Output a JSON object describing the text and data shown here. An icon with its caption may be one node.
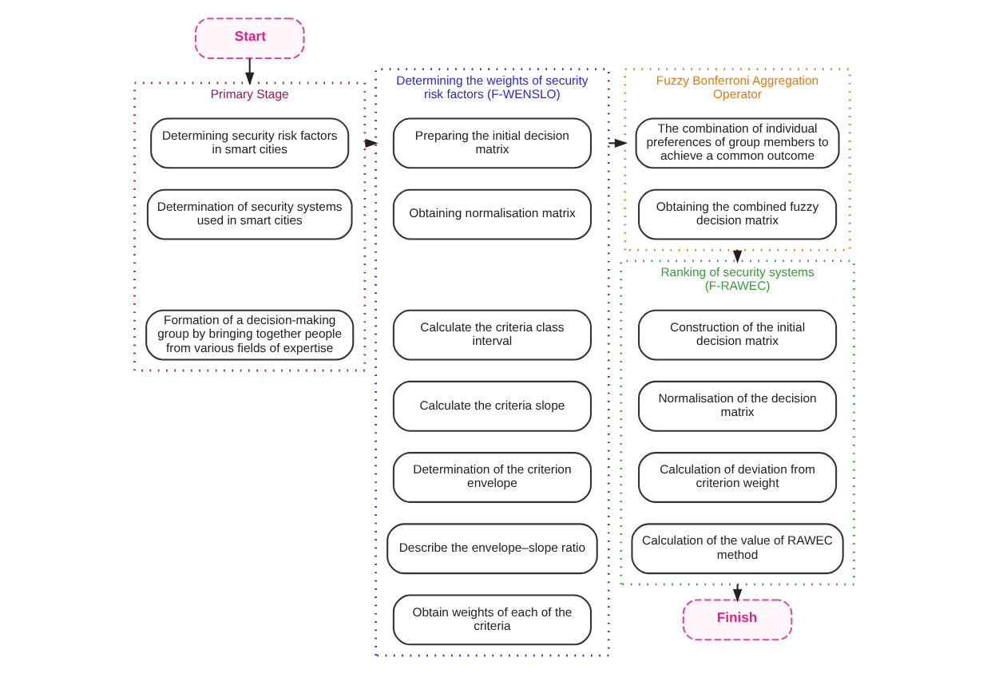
{
  "diagram": {
    "nodes": [
      {
        "text": [
          "Start"
        ]
      },
      {
        "text": [
          "Primary Stage"
        ]
      },
      {
        "text": [
          "Determining security risk factors in smart cities"
        ],
        "in": 1
      },
      {
        "text": [
          "Determination of security systems used in smart cities"
        ],
        "in": 1
      },
      {
        "text": [
          "Formation of a decision-making group by bringing together people from various fields of expertise"
        ],
        "in": 1
      },
      {
        "text": [
          "Determining the weights of security risk factors (F-WENSLO)"
        ]
      },
      {
        "text": [
          "Preparing the initial decision matrix"
        ],
        "in": 5
      },
      {
        "text": [
          "Obtaining normalisation matrix"
        ],
        "in": 5
      },
      {
        "text": [
          "Calculate the criteria class interval"
        ],
        "in": 5
      },
      {
        "text": [
          "Calculate the criteria slope"
        ],
        "in": 5
      },
      {
        "text": [
          "Determination of the criterion envelope"
        ],
        "in": 5
      },
      {
        "text": [
          "Describe the envelope–slope ratio"
        ],
        "in": 5
      },
      {
        "text": [
          "Obtain weights of each of the criteria"
        ],
        "in": 5
      },
      {
        "text": [
          "Fuzzy Bonferroni Aggregation Operator"
        ]
      },
      {
        "text": [
          "The combination of individual preferences of group members to achieve a common outcome"
        ],
        "in": 13
      },
      {
        "text": [
          "Obtaining the combined fuzzy decision matrix"
        ],
        "in": 13
      },
      {
        "text": [
          "Ranking of security systems (F-RAWEC)"
        ]
      },
      {
        "text": [
          "Construction of the initial decision matrix"
        ],
        "in": 16
      },
      {
        "text": [
          "Normalisation of the decision matrix"
        ],
        "in": 16
      },
      {
        "text": [
          "Calculation of deviation from criterion weight"
        ],
        "in": 16
      },
      {
        "text": [
          "Calculation of the value of RAWEC method"
        ],
        "in": 16
      },
      {
        "text": [
          "Finish"
        ]
      }
    ],
    "edges": [
      {
        "from": 0,
        "to": 1,
        "arrow": "to"
      },
      {
        "from": 1,
        "to": 5,
        "arrow": "to"
      },
      {
        "from": 5,
        "to": 13,
        "arrow": "to"
      },
      {
        "from": 13,
        "to": 16,
        "arrow": "to"
      },
      {
        "from": 16,
        "to": 21,
        "arrow": "to"
      }
    ]
  }
}
